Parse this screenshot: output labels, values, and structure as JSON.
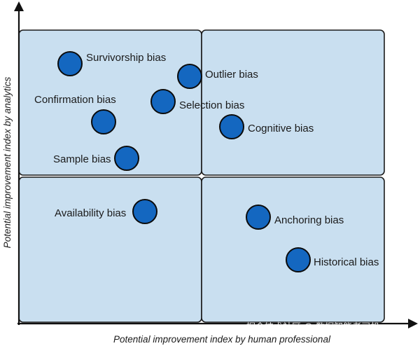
{
  "axes": {
    "x_title": "Potential improvement index by human professional",
    "y_title": "Potential improvement index by analytics"
  },
  "biases": [
    {
      "label": "Survivorship bias"
    },
    {
      "label": "Outlier bias"
    },
    {
      "label": "Confirmation bias"
    },
    {
      "label": "Selection bias"
    },
    {
      "label": "Cognitive bias"
    },
    {
      "label": "Sample bias"
    },
    {
      "label": "Availability bias"
    },
    {
      "label": "Anchoring bias"
    },
    {
      "label": "Historical bias"
    }
  ],
  "watermark": "掘金技术社区 @ 数据智能老司机",
  "colors": {
    "quadrant_fill": "#c9dff0",
    "dot_fill": "#1467c0",
    "outline": "#1b1b1b"
  }
}
